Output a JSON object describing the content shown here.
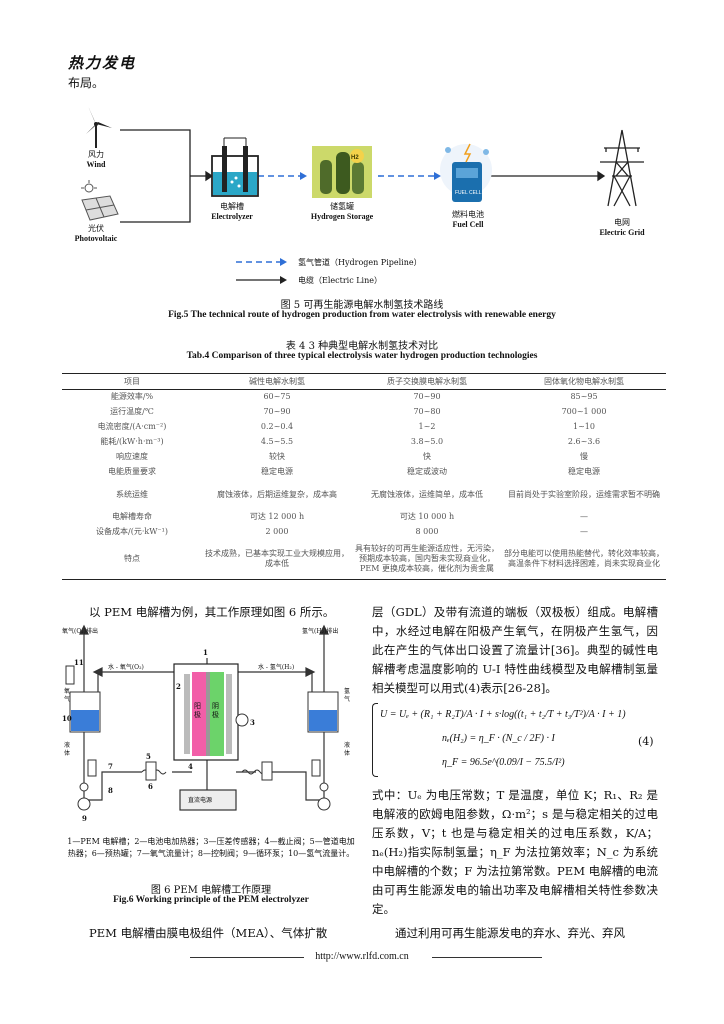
{
  "header": {
    "journal": "热力发电"
  },
  "lead_text": "布局。",
  "fig5": {
    "nodes": {
      "wind": "风力",
      "wind_en": "Wind",
      "pv": "光伏",
      "pv_en": "Photovoltaic",
      "electrolyzer": "电解槽",
      "electrolyzer_en": "Electrolyzer",
      "storage": "储氢罐",
      "storage_en": "Hydrogen Storage",
      "fuelcell": "燃料电池",
      "fuelcell_en": "Fuel Cell",
      "grid": "电网",
      "grid_en": "Electric Grid",
      "h2_badge": "H2",
      "fuel_cell_badge": "FUEL CELL"
    },
    "legend": {
      "pipeline": "氢气管道（Hydrogen Pipeline）",
      "line": "电缆（Electric Line）"
    },
    "caption_cn": "图 5  可再生能源电解水制氢技术路线",
    "caption_en": "Fig.5  The technical route of hydrogen production from water electrolysis with renewable energy"
  },
  "table4": {
    "caption_cn": "表 4  3 种典型电解水制氢技术对比",
    "caption_en": "Tab.4  Comparison of three typical electrolysis water hydrogen production technologies",
    "headers": [
      "项目",
      "碱性电解水制氢",
      "质子交换膜电解水制氢",
      "固体氧化物电解水制氢"
    ],
    "rows": [
      [
        "能源效率/%",
        "60~75",
        "70~90",
        "85~95"
      ],
      [
        "运行温度/℃",
        "70~90",
        "70~80",
        "700~1 000"
      ],
      [
        "电流密度/(A·cm⁻²)",
        "0.2~0.4",
        "1~2",
        "1~10"
      ],
      [
        "能耗/(kW·h·m⁻³)",
        "4.5~5.5",
        "3.8~5.0",
        "2.6~3.6"
      ],
      [
        "响应速度",
        "较快",
        "快",
        "慢"
      ],
      [
        "电能质量要求",
        "稳定电源",
        "稳定或波动",
        "稳定电源"
      ],
      [
        "系统运维",
        "腐蚀液体，后期运维复杂，成本高",
        "无腐蚀液体，运维简单，成本低",
        "目前尚处于实验室阶段，运维需求暂不明确"
      ],
      [
        "电解槽寿命",
        "可达 12 000 h",
        "可达 10 000 h",
        "—"
      ],
      [
        "设备成本/(元·kW⁻¹)",
        "2 000",
        "8 000",
        "—"
      ],
      [
        "特点",
        "技术成熟，已基本实现工业大规模应用，成本低",
        "具有较好的可再生能源适应性，无污染，预期成本较高，国内暂未实现商业化，PEM 更换成本较高，催化剂为贵金属",
        "部分电能可以使用热能替代，转化效率较高，高温条件下材料选择困难，尚未实现商业化"
      ]
    ]
  },
  "left_col": {
    "intro": "以 PEM 电解槽为例，其工作原理如图 6 所示。",
    "fig6": {
      "o2_out": "氧气(O₂)排出",
      "h2_out": "氢气(H₂)排出",
      "water_o2": "水 - 氧气(O₂)",
      "water_h2": "水 - 氢气(H₂)",
      "anode": "阳极",
      "cathode": "阴极",
      "psu": "直流电源",
      "liquid_l": "液体",
      "liquid_r": "液体",
      "gas_l": "氧气",
      "gas_r": "氢气",
      "nums": [
        "1",
        "2",
        "3",
        "4",
        "5",
        "6",
        "7",
        "8",
        "9",
        "10",
        "11"
      ]
    },
    "legend_text": "1—PEM 电解槽；2—电池电加热器；3—压差传感器；4—截止阀；5—管道电加热器；6—预热罐；7—氧气流量计；8—控制阀；9—循环泵；10—氢气流量计。",
    "caption_cn": "图 6  PEM 电解槽工作原理",
    "caption_en": "Fig.6  Working principle of the PEM electrolyzer",
    "para": "PEM 电解槽由膜电极组件（MEA）、气体扩散"
  },
  "right_col": {
    "p1": "层（GDL）及带有流道的端板（双极板）组成。电解槽中，水经过电解在阳极产生氧气，在阴极产生氢气，因此在产生的气体出口设置了流量计[36]。典型的碱性电解槽考虑温度影响的 U-I 特性曲线模型及电解槽制氢量相关模型可以用式(4)表示[26-28]。",
    "eq_line1": "U = Uₑ + (R₁ + R₂T)/A · I + s·log((t₁ + t₂/T + t₃/T²)/A · I + 1)",
    "eq_line2": "nₑ(H₂) = η_F · (N_c / 2F) · I",
    "eq_line3": "η_F = 96.5e^(0.09/I − 75.5/I²)",
    "eq_num": "(4)",
    "p2": "式中：Uₑ 为电压常数；T 是温度，单位 K；R₁、R₂ 是电解液的欧姆电阻参数，Ω·m²；s 是与稳定相关的过电压系数，V；t 也是与稳定相关的过电压系数，K/A；nₑ(H₂)指实际制氢量；η_F 为法拉第效率；N_c 为系统中电解槽的个数；F 为法拉第常数。PEM 电解槽的电流由可再生能源发电的输出功率及电解槽相关特性参数决定。",
    "p3": "通过利用可再生能源发电的弃水、弃光、弃风"
  },
  "footer": {
    "url": "http://www.rlfd.com.cn"
  }
}
